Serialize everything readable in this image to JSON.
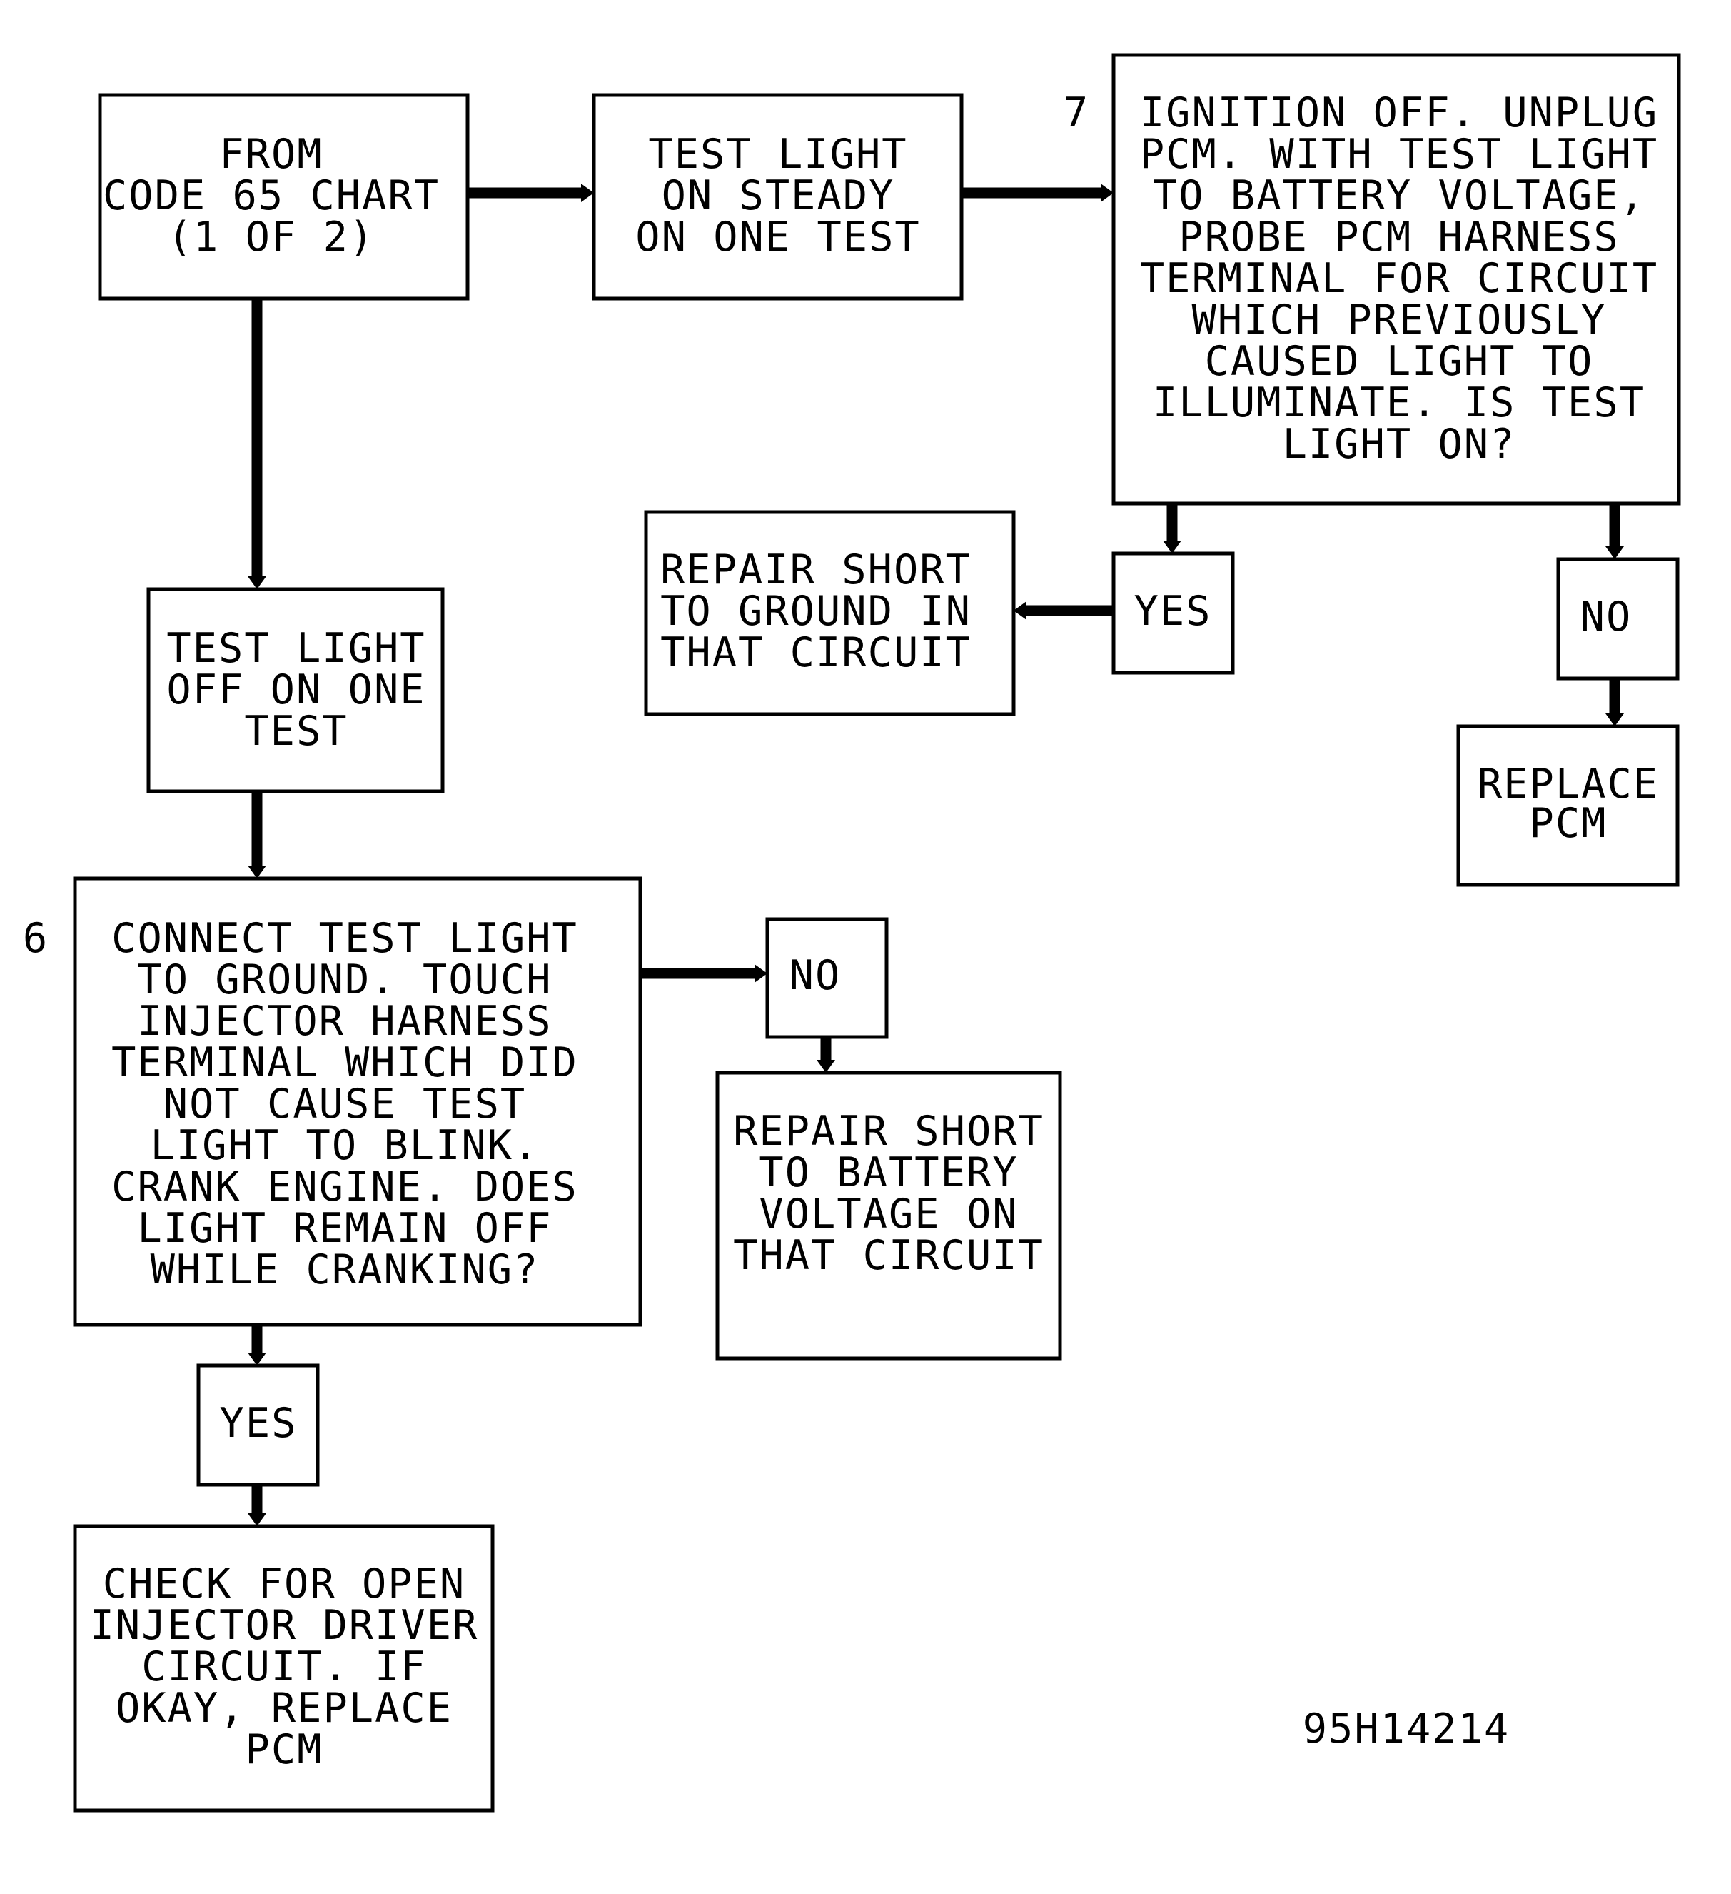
{
  "diagram": {
    "nodes": {
      "from_chart": {
        "lines": [
          "FROM",
          "CODE 65 CHART",
          "(1 OF 2)"
        ]
      },
      "light_on_steady": {
        "lines": [
          "TEST LIGHT",
          "ON STEADY",
          "ON ONE TEST"
        ]
      },
      "step7_question": {
        "lines": [
          "IGNITION OFF. UNPLUG",
          "PCM. WITH TEST LIGHT",
          "TO BATTERY VOLTAGE,",
          "PROBE PCM HARNESS",
          "TERMINAL FOR CIRCUIT",
          "WHICH PREVIOUSLY",
          "CAUSED LIGHT TO",
          "ILLUMINATE. IS TEST",
          "LIGHT ON?"
        ]
      },
      "step7_yes": {
        "lines": [
          "YES"
        ]
      },
      "step7_no": {
        "lines": [
          "NO"
        ]
      },
      "repair_short_ground": {
        "lines": [
          "REPAIR SHORT",
          "TO GROUND IN",
          "THAT CIRCUIT"
        ]
      },
      "replace_pcm": {
        "lines": [
          "REPLACE",
          "PCM"
        ]
      },
      "light_off": {
        "lines": [
          "TEST LIGHT",
          "OFF ON ONE",
          "TEST"
        ]
      },
      "step6_question": {
        "lines": [
          "CONNECT TEST LIGHT",
          "TO GROUND. TOUCH",
          "INJECTOR HARNESS",
          "TERMINAL WHICH DID",
          "NOT CAUSE TEST",
          "LIGHT TO BLINK.",
          "CRANK ENGINE. DOES",
          "LIGHT REMAIN OFF",
          "WHILE CRANKING?"
        ]
      },
      "step6_no": {
        "lines": [
          "NO"
        ]
      },
      "repair_short_battery": {
        "lines": [
          "REPAIR SHORT",
          "TO BATTERY",
          "VOLTAGE ON",
          "THAT CIRCUIT"
        ]
      },
      "step6_yes": {
        "lines": [
          "YES"
        ]
      },
      "check_open_injector": {
        "lines": [
          "CHECK FOR OPEN",
          "INJECTOR DRIVER",
          "CIRCUIT. IF",
          "OKAY, REPLACE",
          "PCM"
        ]
      }
    },
    "step_numbers": {
      "step7": "7",
      "step6": "6"
    },
    "figure_id": "95H14214"
  }
}
